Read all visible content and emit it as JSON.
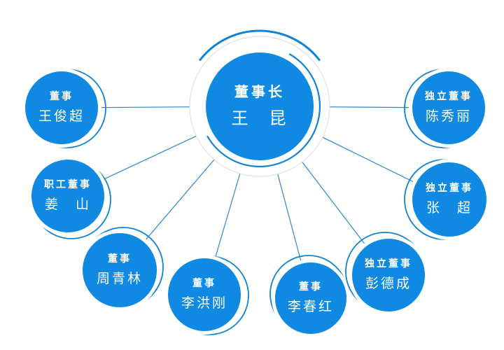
{
  "diagram": {
    "center": {
      "title": "董事长",
      "name": "王　昆"
    },
    "satellites": [
      {
        "title": "董事",
        "name": "王俊超"
      },
      {
        "title": "职工董事",
        "name": "姜　山"
      },
      {
        "title": "董事",
        "name": "周青林"
      },
      {
        "title": "董事",
        "name": "李洪刚"
      },
      {
        "title": "董事",
        "name": "李春红"
      },
      {
        "title": "独立董事",
        "name": "彭德成"
      },
      {
        "title": "独立董事",
        "name": "张　超"
      },
      {
        "title": "独立董事",
        "name": "陈秀丽"
      }
    ]
  },
  "colors": {
    "node_fill": "#0F89E1",
    "ring_arc": "#1183D6",
    "connector_line": "#2E86D3",
    "halo_edge": "#DBDBDB",
    "text": "#FFFFFF",
    "background": "#FFFFFF"
  }
}
